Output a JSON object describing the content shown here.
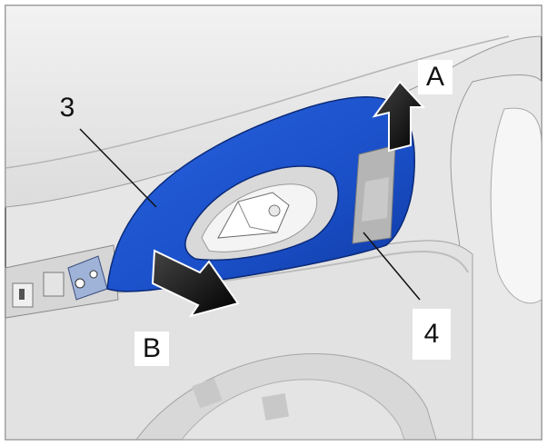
{
  "labels": {
    "part_3": "3",
    "part_4": "4",
    "direction_A": "A",
    "direction_B": "B"
  },
  "colors": {
    "handle_trim": "#1a4fc8",
    "panel_light": "#efefef",
    "panel_shadow": "#d3d3d3",
    "line": "#1a1a1a"
  }
}
